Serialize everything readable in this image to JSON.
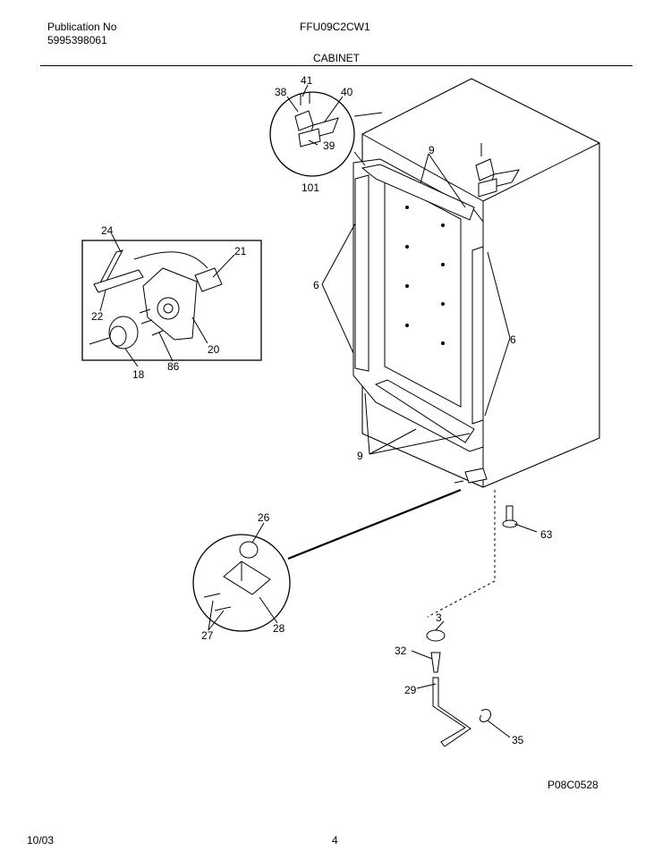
{
  "header": {
    "publication_label": "Publication No",
    "publication_number": "5995398061",
    "model": "FFU09C2CW1",
    "section": "CABINET"
  },
  "callouts": [
    "41",
    "38",
    "40",
    "39",
    "101",
    "9",
    "24",
    "21",
    "6",
    "22",
    "20",
    "18",
    "86",
    "9",
    "26",
    "63",
    "27",
    "28",
    "3",
    "32",
    "29",
    "35"
  ],
  "figure_code": "P08C0528",
  "footer": {
    "date": "10/03",
    "page": "4"
  }
}
